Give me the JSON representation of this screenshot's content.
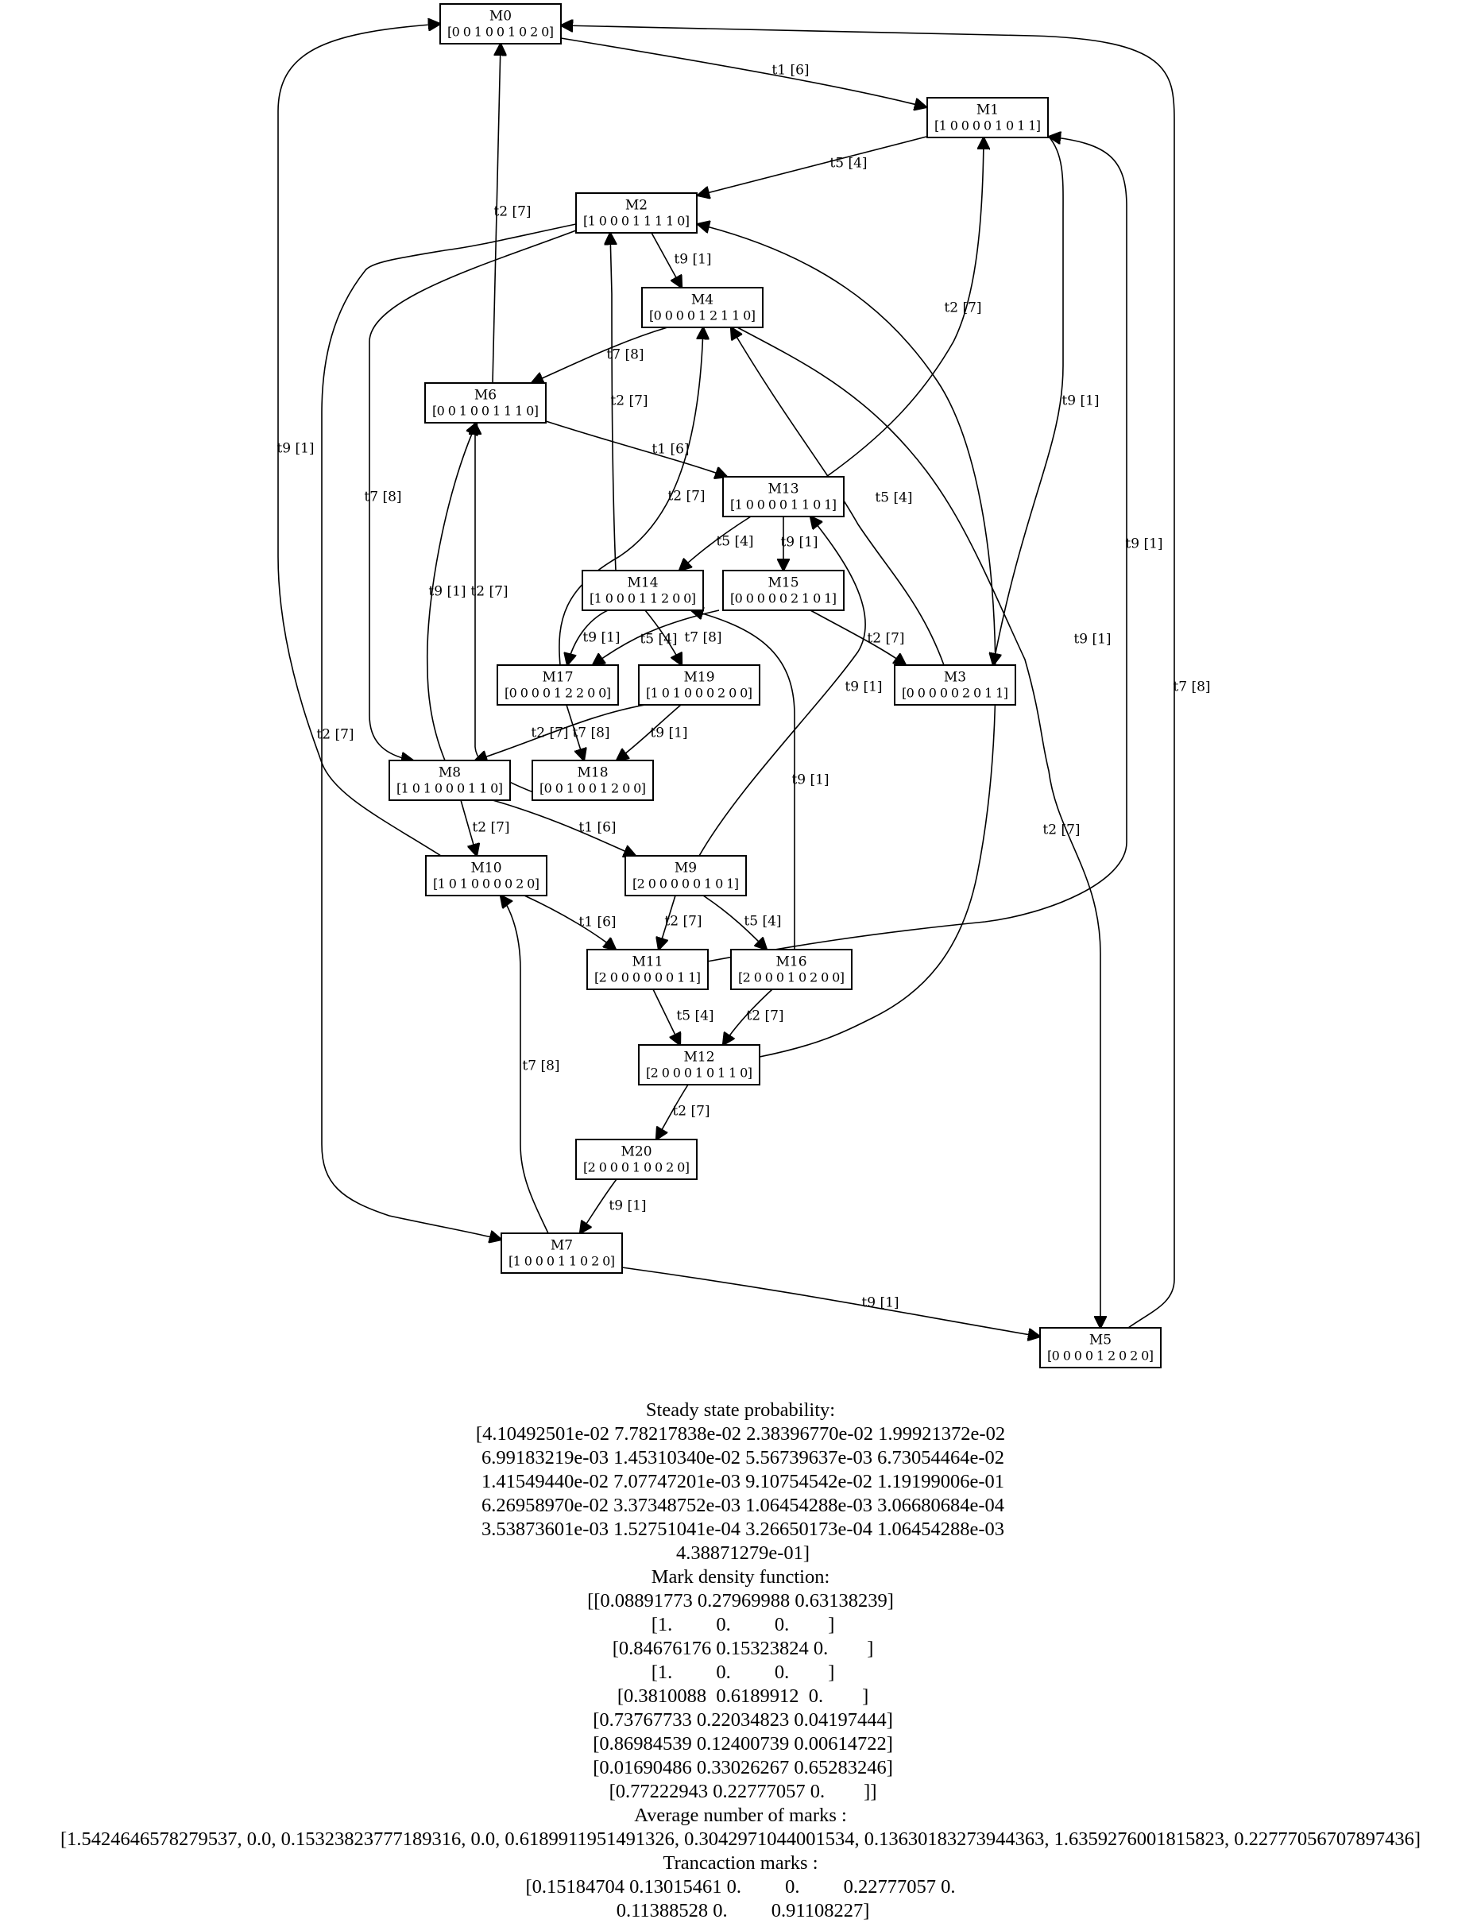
{
  "graph": {
    "nodes": [
      {
        "id": "M0",
        "marking": "[0 0 1 0 0 1 0 2 0]"
      },
      {
        "id": "M1",
        "marking": "[1 0 0 0 0 1 0 1 1]"
      },
      {
        "id": "M2",
        "marking": "[1 0 0 0 1 1 1 1 0]"
      },
      {
        "id": "M4",
        "marking": "[0 0 0 0 1 2 1 1 0]"
      },
      {
        "id": "M6",
        "marking": "[0 0 1 0 0 1 1 1 0]"
      },
      {
        "id": "M13",
        "marking": "[1 0 0 0 0 1 1 0 1]"
      },
      {
        "id": "M14",
        "marking": "[1 0 0 0 1 1 2 0 0]"
      },
      {
        "id": "M15",
        "marking": "[0 0 0 0 0 2 1 0 1]"
      },
      {
        "id": "M17",
        "marking": "[0 0 0 0 1 2 2 0 0]"
      },
      {
        "id": "M19",
        "marking": "[1 0 1 0 0 0 2 0 0]"
      },
      {
        "id": "M3",
        "marking": "[0 0 0 0 0 2 0 1 1]"
      },
      {
        "id": "M8",
        "marking": "[1 0 1 0 0 0 1 1 0]"
      },
      {
        "id": "M18",
        "marking": "[0 0 1 0 0 1 2 0 0]"
      },
      {
        "id": "M10",
        "marking": "[1 0 1 0 0 0 0 2 0]"
      },
      {
        "id": "M9",
        "marking": "[2 0 0 0 0 0 1 0 1]"
      },
      {
        "id": "M11",
        "marking": "[2 0 0 0 0 0 0 1 1]"
      },
      {
        "id": "M16",
        "marking": "[2 0 0 0 1 0 2 0 0]"
      },
      {
        "id": "M12",
        "marking": "[2 0 0 0 1 0 1 1 0]"
      },
      {
        "id": "M20",
        "marking": "[2 0 0 0 1 0 0 2 0]"
      },
      {
        "id": "M7",
        "marking": "[1 0 0 0 1 1 0 2 0]"
      },
      {
        "id": "M5",
        "marking": "[0 0 0 0 1 2 0 2 0]"
      }
    ],
    "edges": [
      {
        "from": "M0",
        "to": "M1",
        "label": "t1 [6]"
      },
      {
        "from": "M1",
        "to": "M2",
        "label": "t5 [4]"
      },
      {
        "from": "M1",
        "to": "M3",
        "label": "t9 [1]"
      },
      {
        "from": "M6",
        "to": "M0",
        "label": "t2 [7]"
      },
      {
        "from": "M2",
        "to": "M4",
        "label": "t9 [1]"
      },
      {
        "from": "M2",
        "to": "M8",
        "label": "t7 [8]"
      },
      {
        "from": "M2",
        "to": "M7",
        "label": "t2 [7]"
      },
      {
        "from": "M4",
        "to": "M6",
        "label": "t7 [8]"
      },
      {
        "from": "M4",
        "to": "M5",
        "label": "t2 [7]"
      },
      {
        "from": "M6",
        "to": "M13",
        "label": "t1 [6]"
      },
      {
        "from": "M13",
        "to": "M1",
        "label": "t2 [7]"
      },
      {
        "from": "M13",
        "to": "M14",
        "label": "t5 [4]"
      },
      {
        "from": "M13",
        "to": "M15",
        "label": "t9 [1]"
      },
      {
        "from": "M14",
        "to": "M2",
        "label": "t2 [7]"
      },
      {
        "from": "M14",
        "to": "M17",
        "label": "t9 [1]"
      },
      {
        "from": "M14",
        "to": "M19",
        "label": "t7 [8]"
      },
      {
        "from": "M15",
        "to": "M17",
        "label": "t5 [4]"
      },
      {
        "from": "M15",
        "to": "M3",
        "label": "t2 [7]"
      },
      {
        "from": "M3",
        "to": "M4",
        "label": "t5 [4]"
      },
      {
        "from": "M17",
        "to": "M4",
        "label": "t2 [7]"
      },
      {
        "from": "M17",
        "to": "M18",
        "label": "t7 [8]"
      },
      {
        "from": "M19",
        "to": "M8",
        "label": "t2 [7]"
      },
      {
        "from": "M19",
        "to": "M18",
        "label": "t9 [1]"
      },
      {
        "from": "M18",
        "to": "M6",
        "label": "t2 [7]"
      },
      {
        "from": "M8",
        "to": "M6",
        "label": "t9 [1]"
      },
      {
        "from": "M8",
        "to": "M10",
        "label": "t2 [7]"
      },
      {
        "from": "M8",
        "to": "M9",
        "label": "t1 [6]"
      },
      {
        "from": "M10",
        "to": "M0",
        "label": "t9 [1]"
      },
      {
        "from": "M10",
        "to": "M11",
        "label": "t1 [6]"
      },
      {
        "from": "M9",
        "to": "M13",
        "label": "t9 [1]"
      },
      {
        "from": "M9",
        "to": "M11",
        "label": "t2 [7]"
      },
      {
        "from": "M9",
        "to": "M16",
        "label": "t5 [4]"
      },
      {
        "from": "M11",
        "to": "M1",
        "label": "t9 [1]"
      },
      {
        "from": "M11",
        "to": "M12",
        "label": "t5 [4]"
      },
      {
        "from": "M16",
        "to": "M14",
        "label": "t9 [1]"
      },
      {
        "from": "M16",
        "to": "M12",
        "label": "t2 [7]"
      },
      {
        "from": "M12",
        "to": "M2",
        "label": "t9 [1]"
      },
      {
        "from": "M12",
        "to": "M20",
        "label": "t2 [7]"
      },
      {
        "from": "M20",
        "to": "M7",
        "label": "t9 [1]"
      },
      {
        "from": "M7",
        "to": "M10",
        "label": "t7 [8]"
      },
      {
        "from": "M7",
        "to": "M5",
        "label": "t9 [1]"
      },
      {
        "from": "M5",
        "to": "M0",
        "label": "t7 [8]"
      }
    ]
  },
  "results": {
    "lines": [
      "Steady state probability:",
      "[4.10492501e-02 7.78217838e-02 2.38396770e-02 1.99921372e-02",
      " 6.99183219e-03 1.45310340e-02 5.56739637e-03 6.73054464e-02",
      " 1.41549440e-02 7.07747201e-03 9.10754542e-02 1.19199006e-01",
      " 6.26958970e-02 3.37348752e-03 1.06454288e-03 3.06680684e-04",
      " 3.53873601e-03 1.52751041e-04 3.26650173e-04 1.06454288e-03",
      " 4.38871279e-01]",
      "Mark density function:",
      "[[0.08891773 0.27969988 0.63138239]",
      " [1.         0.         0.        ]",
      " [0.84676176 0.15323824 0.        ]",
      " [1.         0.         0.        ]",
      " [0.3810088  0.6189912  0.        ]",
      " [0.73767733 0.22034823 0.04197444]",
      " [0.86984539 0.12400739 0.00614722]",
      " [0.01690486 0.33026267 0.65283246]",
      " [0.77222943 0.22777057 0.        ]]",
      "Average number of marks :",
      "[1.5424646578279537, 0.0, 0.15323823777189316, 0.0, 0.6189911951491326, 0.3042971044001534, 0.13630183273944363, 1.6359276001815823, 0.22777056707897436]",
      "Trancaction marks :",
      "[0.15184704 0.13015461 0.         0.         0.22777057 0.",
      " 0.11388528 0.         0.91108227]"
    ]
  }
}
